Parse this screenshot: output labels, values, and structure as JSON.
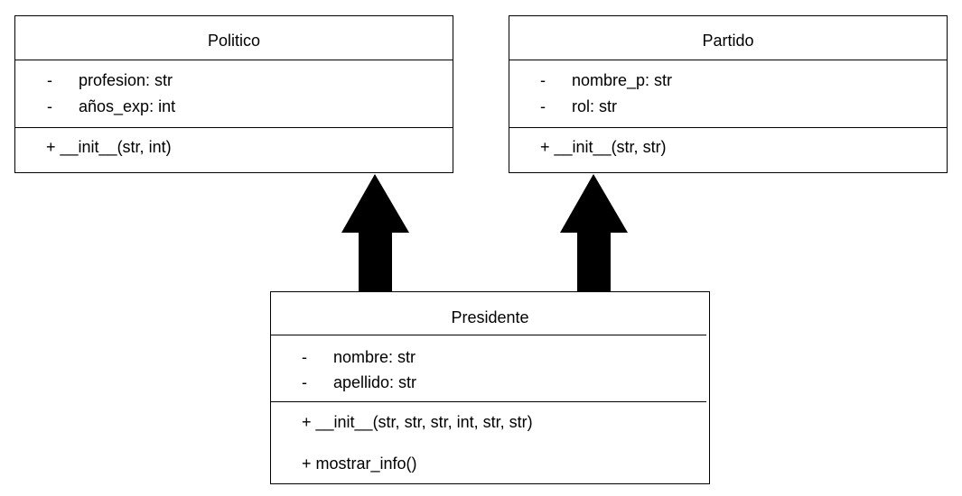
{
  "classes": {
    "politico": {
      "name": "Politico",
      "attributes": [
        {
          "marker": "-",
          "text": "profesion: str"
        },
        {
          "marker": "-",
          "text": "años_exp: int"
        }
      ],
      "methods": [
        "+ __init__(str, int)"
      ]
    },
    "partido": {
      "name": "Partido",
      "attributes": [
        {
          "marker": "-",
          "text": "nombre_p: str"
        },
        {
          "marker": "-",
          "text": "rol: str"
        }
      ],
      "methods": [
        "+ __init__(str, str)"
      ]
    },
    "presidente": {
      "name": "Presidente",
      "attributes": [
        {
          "marker": "-",
          "text": "nombre: str"
        },
        {
          "marker": "-",
          "text": "apellido: str"
        }
      ],
      "methods": [
        "+ __init__(str, str, str, int, str, str)",
        "+ mostrar_info()"
      ]
    }
  },
  "relations": [
    {
      "type": "inheritance",
      "from": "Presidente",
      "to": "Politico"
    },
    {
      "type": "inheritance",
      "from": "Presidente",
      "to": "Partido"
    }
  ]
}
